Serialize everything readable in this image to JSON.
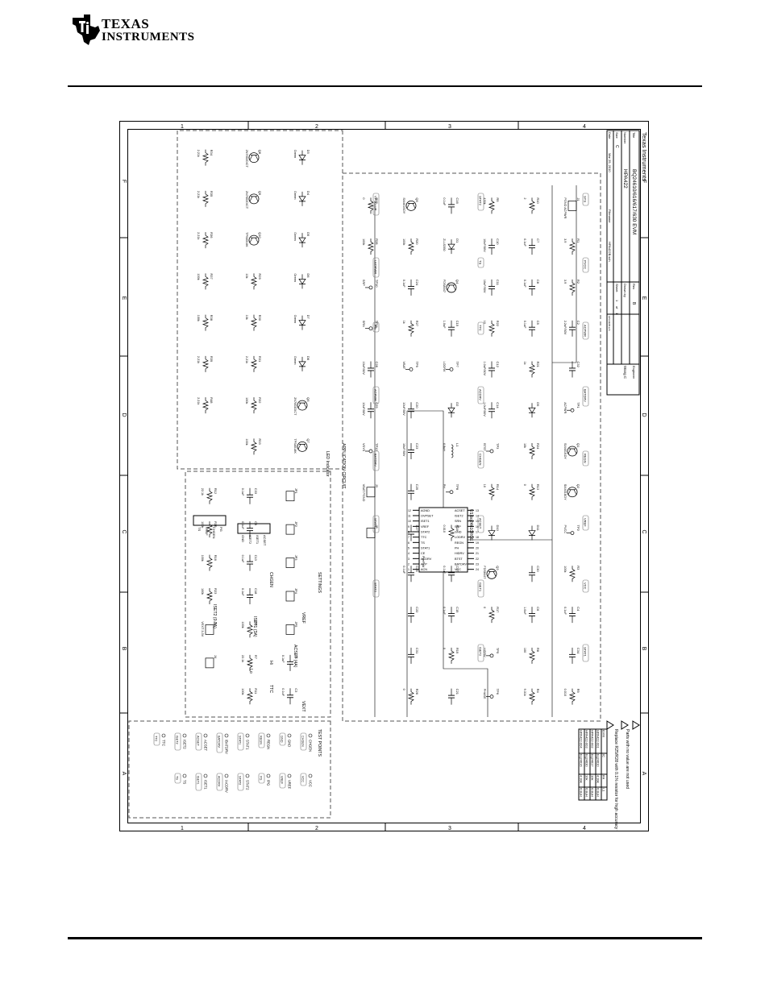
{
  "header": {
    "brand_line1": "TEXAS",
    "brand_line2": "INSTRUMENTS"
  },
  "schematic": {
    "grid_numbers": [
      "1",
      "2",
      "3",
      "4"
    ],
    "grid_letters": [
      "A",
      "B",
      "C",
      "D",
      "E",
      "F"
    ],
    "title_block": {
      "company": "Texas Instruments",
      "title_label": "Title",
      "title": "BQ24610/616/617/630 EVM",
      "number_label": "Number",
      "number": "HPA422",
      "rev_label": "Rev",
      "rev": "B",
      "size_label": "Size",
      "size": "C",
      "date_label": "Date",
      "date": "Mar 29, 2010",
      "filename_label": "Filename",
      "filename": "HPA422B.sch",
      "sheet_label": "Sheet",
      "sheet": "1",
      "of_label": "of",
      "of": "1",
      "drawn_by_label": "Drawn by",
      "engineer_label": "Engineer",
      "engineer": "Wang C"
    },
    "notes": {
      "n1": "Parts with no value are not used",
      "n2": "Replace R25/R28 with 0.1% resistor for high accuracy voltage setting"
    },
    "variant_table": {
      "headers": [
        "EVM",
        "IC",
        "R4",
        "L1"
      ],
      "rows": [
        [
          "HPA422-001",
          "bq24610",
          "4.99k",
          "6.8uH"
        ],
        [
          "HPA422-002",
          "bq24617",
          "10k",
          "6.8uH"
        ],
        [
          "HPA422-003",
          "bq24630",
          "10k",
          "6.8uH"
        ],
        [
          "HPA422-004",
          "bq24616",
          "4.99k",
          "6.8uH"
        ]
      ]
    },
    "sections": {
      "application": "APPLICATION CIRCUIT",
      "settings": "SETTINGS",
      "led": "LED Indicator",
      "test_points": "TEST POINTS"
    },
    "ic": {
      "ref": "U1",
      "part": "bq24610RGE",
      "pad": "PwrPad"
    },
    "ic_pins_left": [
      "ACN",
      "ACP",
      "ACDRV",
      "CE",
      "STAT1",
      "TS",
      "TTC",
      "STAT2",
      "VREF",
      "ISET1",
      "OVPSET",
      "AGND"
    ],
    "ic_pins_right": [
      "VCC",
      "BATDRV",
      "BTST",
      "HIDRV",
      "PH",
      "REGN",
      "LODRV",
      "GND",
      "SRP",
      "SRN",
      "ISET2",
      "ACSET"
    ],
    "ic_pin_nums_left": [
      "1",
      "2",
      "3",
      "4",
      "5",
      "6",
      "7",
      "8",
      "9",
      "10",
      "11",
      "12"
    ],
    "ic_pin_nums_right": [
      "24",
      "23",
      "22",
      "21",
      "20",
      "19",
      "18",
      "17",
      "16",
      "15",
      "14",
      "13"
    ],
    "nets": [
      "SYS",
      "PVCC",
      "ACPWR",
      "BATDRV",
      "REGN",
      "VREF",
      "VCC",
      "STAT1",
      "STAT2",
      "TS",
      "TTC",
      "ACDRV",
      "CHGEN",
      "ACSET",
      "ISET1",
      "ISET2",
      "VPULLUP",
      "LEDPWR",
      "PG",
      "ACPWR",
      "BATDRV",
      "STAT1",
      "STAT2"
    ],
    "parts": [
      {
        "ref": "J1",
        "val": "PGND ACPWR"
      },
      {
        "ref": "R1",
        "val": "3.9"
      },
      {
        "ref": "R2",
        "val": "3.9"
      },
      {
        "ref": "C2",
        "val": "2.2uF/50V"
      },
      {
        "ref": "C32",
        "val": ""
      },
      {
        "ref": "TP1",
        "val": "ACPWR"
      },
      {
        "ref": "Q1",
        "val": "SI4401BDY"
      },
      {
        "ref": "Q2",
        "val": "SI4401BDY"
      },
      {
        "ref": "TP2",
        "val": "PVCC"
      },
      {
        "ref": "R3",
        "val": "100k"
      },
      {
        "ref": "C4",
        "val": "0.1uF"
      },
      {
        "ref": "C34",
        "val": ""
      },
      {
        "ref": "R9",
        "val": "0.010"
      },
      {
        "ref": "R10",
        "val": "2"
      },
      {
        "ref": "C7",
        "val": "0.1uF"
      },
      {
        "ref": "C8",
        "val": "0.1uF"
      },
      {
        "ref": "C5",
        "val": "0.1uF"
      },
      {
        "ref": "R21",
        "val": "1k"
      },
      {
        "ref": "D9",
        "val": ""
      },
      {
        "ref": "R24",
        "val": "10k"
      },
      {
        "ref": "R13",
        "val": "0"
      },
      {
        "ref": "D11",
        "val": ""
      },
      {
        "ref": "C30",
        "val": ""
      },
      {
        "ref": "C6",
        "val": "1.0uF"
      },
      {
        "ref": "R8",
        "val": "100"
      },
      {
        "ref": "R4",
        "val": "9.31k"
      },
      {
        "ref": "R5",
        "val": "430k"
      },
      {
        "ref": "C10",
        "val": "10uF/50V"
      },
      {
        "ref": "C11",
        "val": "10uF/50V"
      },
      {
        "ref": "R22",
        "val": "10"
      },
      {
        "ref": "C12",
        "val": "1.0uF/50V"
      },
      {
        "ref": "C14",
        "val": "1.0uF/50V"
      },
      {
        "ref": "TP3",
        "val": "BTST"
      },
      {
        "ref": "R14",
        "val": "10"
      },
      {
        "ref": "D10",
        "val": ""
      },
      {
        "ref": "Q3",
        "val": "FDS8447"
      },
      {
        "ref": "R17",
        "val": "0"
      },
      {
        "ref": "TP5",
        "val": "HIDRV"
      },
      {
        "ref": "TP6",
        "val": "PHASE"
      },
      {
        "ref": "C16",
        "val": "0.1uF"
      },
      {
        "ref": "D1",
        "val": "ZLLS350"
      },
      {
        "ref": "Q4",
        "val": "FDS8447"
      },
      {
        "ref": "C15",
        "val": "1.0uF"
      },
      {
        "ref": "TP7",
        "val": "LODRV"
      },
      {
        "ref": "D2",
        "val": ""
      },
      {
        "ref": "L1",
        "val": "6.8uH"
      },
      {
        "ref": "TP8",
        "val": "PH"
      },
      {
        "ref": "R18",
        "val": "0.010"
      },
      {
        "ref": "C17",
        "val": "0.1uF"
      },
      {
        "ref": "C19",
        "val": "0.1uF"
      },
      {
        "ref": "R19",
        "val": "0"
      },
      {
        "ref": "C21",
        "val": ""
      },
      {
        "ref": "Q5",
        "val": "SI4401BDY"
      },
      {
        "ref": "R20",
        "val": "100k"
      },
      {
        "ref": "C24",
        "val": "0.1uF"
      },
      {
        "ref": "R27",
        "val": "1k"
      },
      {
        "ref": "TP9",
        "val": "VBAT"
      },
      {
        "ref": "C20",
        "val": "10uF/50V"
      },
      {
        "ref": "C23",
        "val": "10uF/50V"
      },
      {
        "ref": "C25",
        "val": ""
      },
      {
        "ref": "C27",
        "val": ""
      },
      {
        "ref": "C26",
        "val": "0.1uF"
      },
      {
        "ref": "C22",
        "val": ""
      },
      {
        "ref": "C31",
        "val": ""
      },
      {
        "ref": "R26",
        "val": "0"
      },
      {
        "ref": "R25",
        "val": "0"
      },
      {
        "ref": "R28",
        "val": "100k"
      },
      {
        "ref": "TP10",
        "val": "SRP"
      },
      {
        "ref": "TP11",
        "val": "SRN"
      },
      {
        "ref": "C28",
        "val": "10uF/50V"
      },
      {
        "ref": "C29",
        "val": "10uF/50V"
      },
      {
        "ref": "TP12",
        "val": "VSYS"
      },
      {
        "ref": "J3",
        "val": "VBAT PGND"
      },
      {
        "ref": "JP1",
        "val": ""
      },
      {
        "ref": "JP2",
        "val": ""
      },
      {
        "ref": "JP3",
        "val": ""
      },
      {
        "ref": "JP4",
        "val": ""
      },
      {
        "ref": "JP5",
        "val": ""
      },
      {
        "ref": "C1",
        "val": "0.1uF"
      },
      {
        "ref": "C3",
        "val": "0.1uF"
      },
      {
        "ref": "C33",
        "val": "0.1uF"
      },
      {
        "ref": "C9",
        "val": "0.1uF"
      },
      {
        "ref": "C13",
        "val": "0.1uF"
      },
      {
        "ref": "C18",
        "val": "0.1uF"
      },
      {
        "ref": "R6",
        "val": "100k"
      },
      {
        "ref": "R7",
        "val": "22.1k"
      },
      {
        "ref": "R11",
        "val": "100k"
      },
      {
        "ref": "R12",
        "val": "22.1k"
      },
      {
        "ref": "R15",
        "val": "100k"
      },
      {
        "ref": "R16",
        "val": "100k"
      },
      {
        "ref": "R23",
        "val": "100k"
      },
      {
        "ref": "J2",
        "val": "VEXT 3.3V"
      },
      {
        "ref": "J4",
        "val": ""
      },
      {
        "ref": "J5",
        "val": ""
      },
      {
        "ref": "D3",
        "val": "Green"
      },
      {
        "ref": "D4",
        "val": "Green"
      },
      {
        "ref": "D5",
        "val": "Green"
      },
      {
        "ref": "D6",
        "val": "Green"
      },
      {
        "ref": "D7",
        "val": "Green"
      },
      {
        "ref": "D8",
        "val": "Green"
      },
      {
        "ref": "Q6",
        "val": "2N7002DICT"
      },
      {
        "ref": "Q7",
        "val": "TPS6018K"
      },
      {
        "ref": "Q8",
        "val": "2N7002DICT"
      },
      {
        "ref": "Q9",
        "val": "2N7002DICT"
      },
      {
        "ref": "Q10",
        "val": "TPS6018K"
      },
      {
        "ref": "R29",
        "val": "10k"
      },
      {
        "ref": "R30",
        "val": "10k"
      },
      {
        "ref": "R31",
        "val": "2.21k"
      },
      {
        "ref": "R32",
        "val": "100k"
      },
      {
        "ref": "R33",
        "val": "100k"
      },
      {
        "ref": "R34",
        "val": "2.21k"
      },
      {
        "ref": "R35",
        "val": "2.21k"
      },
      {
        "ref": "R36",
        "val": "2.21k"
      },
      {
        "ref": "R37",
        "val": "100k"
      },
      {
        "ref": "R38",
        "val": "100k"
      },
      {
        "ref": "R39",
        "val": "2.21k"
      },
      {
        "ref": "R48",
        "val": "2.21k"
      }
    ],
    "settings_labels": {
      "iset1": "ISET1 (3A)",
      "iset2": "ISET2 (0.3A)",
      "acset": "ACSET (4A)",
      "chgen": "CHGEN",
      "hi": "Hi",
      "lo": "Lo",
      "ttc": "TTC",
      "vext": "VEXT",
      "vref": "VREF"
    },
    "j4_pins": [
      "PG",
      "CHGEN",
      "VREF",
      "TS"
    ],
    "j3_pins": [
      "ACSET",
      "ISET1",
      "ISET2",
      "GND"
    ],
    "test_points": [
      {
        "label": "CHGEN",
        "net": "CHGEN"
      },
      {
        "label": "VCC",
        "net": "VCC"
      },
      {
        "label": "GND",
        "net": "GND"
      },
      {
        "label": "VREF",
        "net": "VREF"
      },
      {
        "label": "REGN",
        "net": "REGN"
      },
      {
        "label": "/PG",
        "net": "PG"
      },
      {
        "label": "STAT1",
        "net": "STAT1"
      },
      {
        "label": "STAT2",
        "net": "STAT2"
      },
      {
        "label": "/BATDRV",
        "net": "BATDRV"
      },
      {
        "label": "/ACDRV",
        "net": "ACDRV"
      },
      {
        "label": "ACSET",
        "net": "ACSET"
      },
      {
        "label": "ISET1",
        "net": "ISET1"
      },
      {
        "label": "ISET2",
        "net": "ISET2"
      },
      {
        "label": "TS",
        "net": "TS"
      },
      {
        "label": "TTC",
        "net": "TTC"
      }
    ]
  }
}
